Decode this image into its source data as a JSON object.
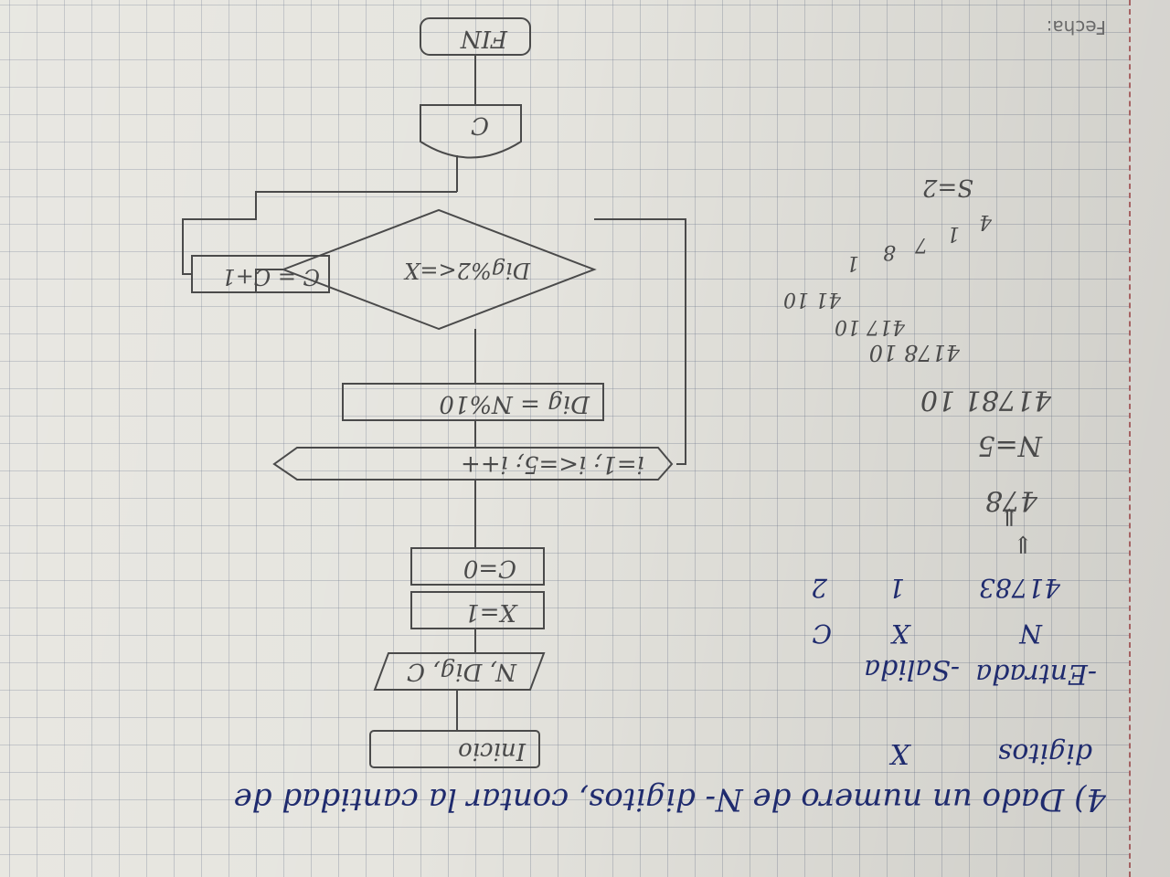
{
  "header": {
    "fecha_label": "Fecha:"
  },
  "problem": {
    "line1": "4) Dado un numero de N- digitos, contar la cantidad de",
    "line2": "digitos",
    "line2b": "X"
  },
  "io": {
    "entrada_label": "-Entrada",
    "salida_label": "-Salida",
    "entrada_vars": [
      "N",
      "41783"
    ],
    "salida_vars": [
      "X",
      "1"
    ],
    "salida_var_c": [
      "C",
      "2"
    ],
    "arrows": [
      "⇓",
      "⇓"
    ],
    "example_number": "478",
    "n_value": "N=5"
  },
  "flowchart": {
    "start": "Inicio",
    "input": "N, Dig, C",
    "assign_x": "X=1",
    "assign_c": "C=0",
    "loop": "i=1; i<=5; i++",
    "dig": "Dig = N%10",
    "decision": "Dig%2<=X",
    "increment": "C = C+1",
    "output": "C",
    "end": "FIN"
  },
  "scratch": {
    "div1": "41781 10",
    "div2": "4178 10",
    "div3": "417 10",
    "div4": "41 10",
    "rem_list": [
      "1",
      "8",
      "7",
      "1",
      "4"
    ],
    "s_value": "S=2"
  }
}
